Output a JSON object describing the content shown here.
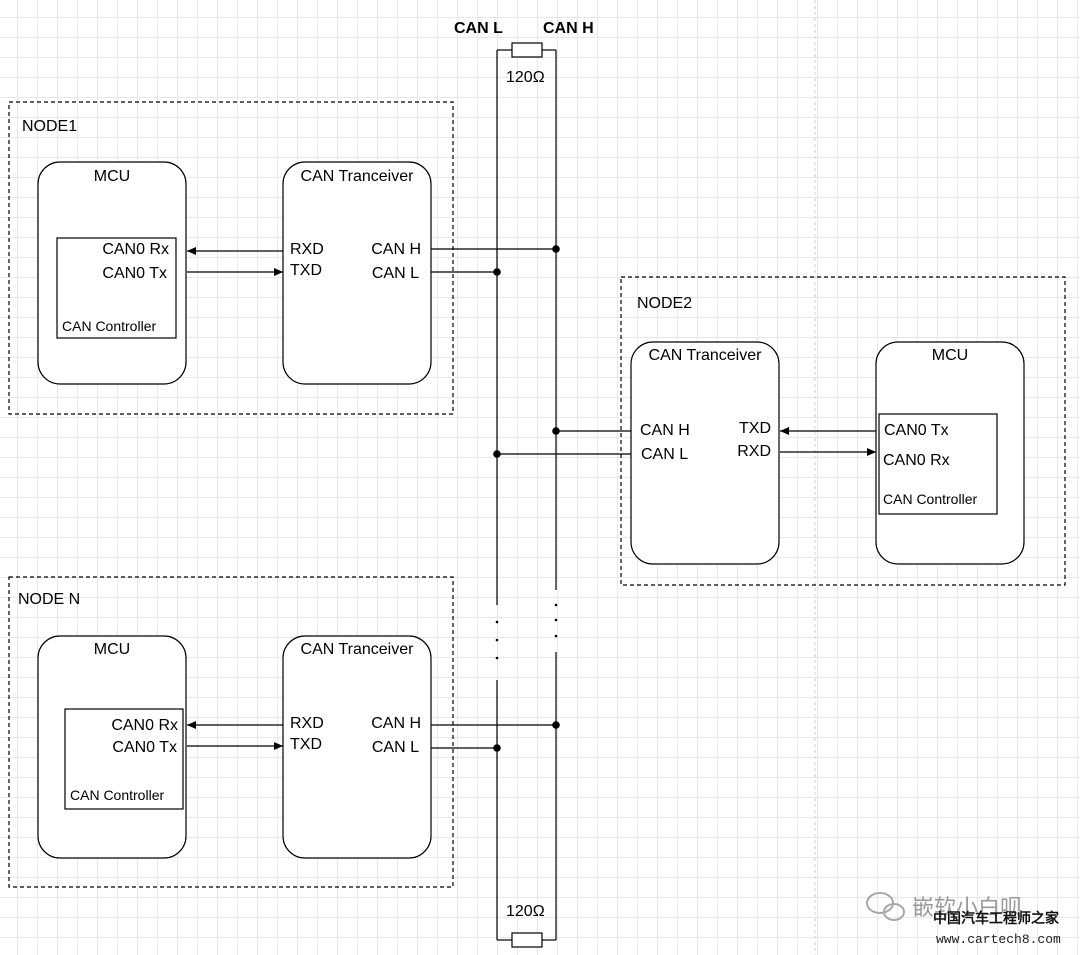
{
  "bus": {
    "can_l_label": "CAN L",
    "can_h_label": "CAN H",
    "resistor_top": "120Ω",
    "resistor_bottom": "120Ω"
  },
  "node1": {
    "title": "NODE1",
    "mcu": {
      "title": "MCU",
      "pin_a": "CAN0 Rx",
      "pin_b": "CAN0 Tx",
      "controller": "CAN Controller"
    },
    "transceiver": {
      "title": "CAN Tranceiver",
      "rxd": "RXD",
      "txd": "TXD",
      "can_h": "CAN H",
      "can_l": "CAN L"
    }
  },
  "node2": {
    "title": "NODE2",
    "transceiver": {
      "title": "CAN Tranceiver",
      "can_h": "CAN H",
      "can_l": "CAN L",
      "txd": "TXD",
      "rxd": "RXD"
    },
    "mcu": {
      "title": "MCU",
      "pin_a": "CAN0 Tx",
      "pin_b": "CAN0 Rx",
      "controller": "CAN Controller"
    }
  },
  "nodeN": {
    "title": "NODE N",
    "mcu": {
      "title": "MCU",
      "pin_a": "CAN0 Rx",
      "pin_b": "CAN0 Tx",
      "controller": "CAN Controller"
    },
    "transceiver": {
      "title": "CAN Tranceiver",
      "rxd": "RXD",
      "txd": "TXD",
      "can_h": "CAN H",
      "can_l": "CAN L"
    }
  },
  "watermark": {
    "wechat_name": "嵌软小白呗",
    "site_name": "中国汽车工程师之家",
    "site_url": "www.cartech8.com"
  }
}
